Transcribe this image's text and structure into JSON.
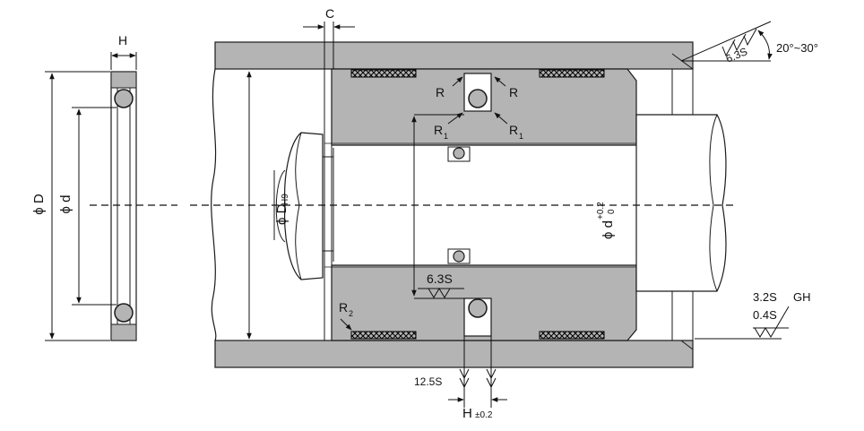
{
  "colors": {
    "fill": "#b4b4b4",
    "stroke": "#1a1a1a",
    "hatch": "#000000",
    "background": "#ffffff"
  },
  "labels": {
    "c": "C",
    "h_top": "H",
    "r_left": "R",
    "r_right": "R",
    "r1_left": "R",
    "r1_left_sub": "1",
    "r1_right": "R",
    "r1_right_sub": "1",
    "r2": "R",
    "r2_sub": "2",
    "finish_top": "6.3S",
    "angle": "20°~30°",
    "finish_mid": "6.3S",
    "finish_right_1": "3.2S",
    "finish_right_gh": "GH",
    "finish_right_2": "0.4S",
    "finish_bottom": "12.5S",
    "h_bottom": "H",
    "h_bottom_tol": "±0.2",
    "phi_D": "ϕ D",
    "phi_d": "ϕ d",
    "phi_DH9_main": "ϕ D",
    "phi_DH9_sub": "H9",
    "phi_d_main": "ϕ d",
    "phi_d_tol_up": "+0.2",
    "phi_d_tol_low": "0"
  }
}
